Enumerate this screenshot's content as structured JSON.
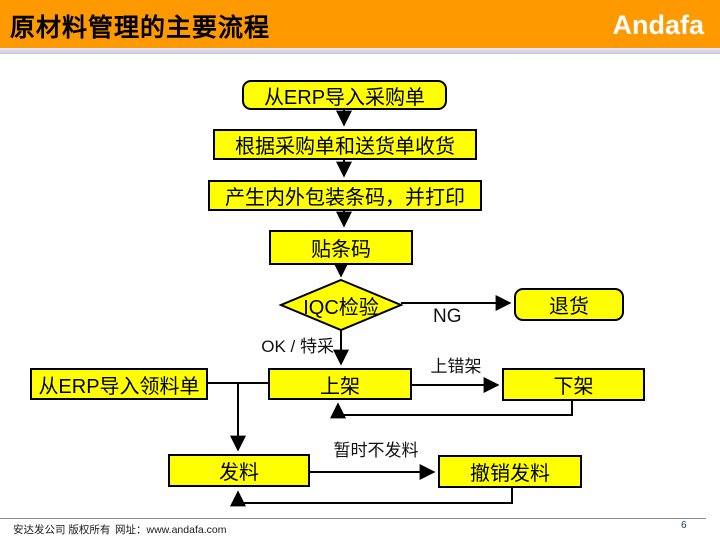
{
  "header": {
    "title": "原材料管理的主要流程",
    "logo": "Andafa"
  },
  "flowchart": {
    "nodes": {
      "import_po": {
        "label": "从ERP导入采购单"
      },
      "receive_goods": {
        "label": "根据采购单和送货单收货"
      },
      "print_barcode": {
        "label": "产生内外包装条码，并打印"
      },
      "stick_barcode": {
        "label": "贴条码"
      },
      "iqc_check": {
        "label": "IQC检验"
      },
      "return_goods": {
        "label": "退货"
      },
      "import_requisition": {
        "label": "从ERP导入领料单"
      },
      "put_on_shelf": {
        "label": "上架"
      },
      "take_off_shelf": {
        "label": "下架"
      },
      "issue_material": {
        "label": "发料"
      },
      "cancel_issue": {
        "label": "撤销发料"
      }
    },
    "edge_labels": {
      "ng": "NG",
      "ok_special": "OK / 特采",
      "wrong_shelf": "上错架",
      "hold_issue": "暂时不发料"
    }
  },
  "footer": {
    "copyright": "安达发公司 版权所有",
    "website": "网址：www.andafa.com",
    "page_number": "6"
  },
  "colors": {
    "header-bg": "#FF9900",
    "node-fill": "#FFFF00",
    "node-border": "#000000",
    "page-number": "#17375E"
  }
}
